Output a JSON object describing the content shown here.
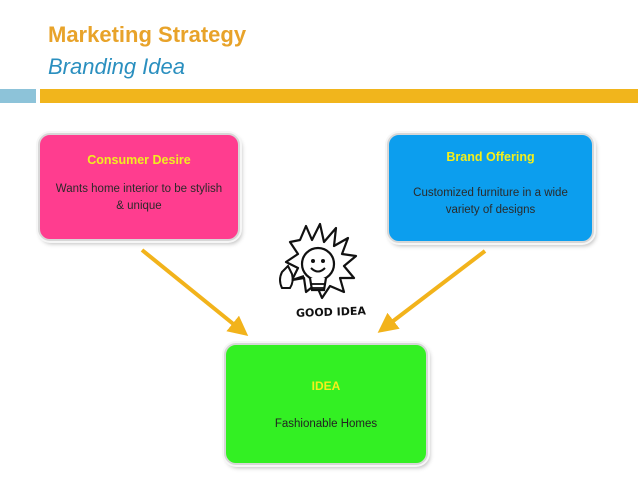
{
  "slide": {
    "title": "Marketing Strategy",
    "subtitle": "Branding Idea"
  },
  "colors": {
    "title": "#e8a32a",
    "subtitle": "#2a8fbf",
    "accent_bar": "#f1b51c",
    "accent_bar_left": "#8dc3d9",
    "arrow": "#f2b31b",
    "consumer_desire_box": "#ff3d8f",
    "brand_offering_box": "#0c9eee",
    "idea_box": "#33f023",
    "box_heading_text": "#f5ef1a"
  },
  "consumer_desire": {
    "heading": "Consumer Desire",
    "text": "Wants home interior to be stylish & unique"
  },
  "brand_offering": {
    "heading": "Brand Offering",
    "text": "Customized furniture in a wide variety of designs"
  },
  "idea": {
    "heading": "IDEA",
    "text": "Fashionable Homes"
  },
  "clipart": {
    "icon": "good-idea-lightbulb-icon",
    "label": "GOOD IDEA"
  }
}
